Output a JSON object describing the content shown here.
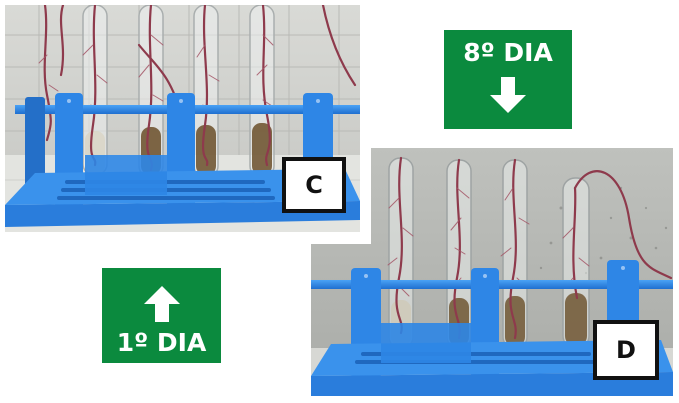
{
  "figure": {
    "panel_c": {
      "label": "C"
    },
    "panel_d": {
      "label": "D"
    },
    "day_top": {
      "text": "8º DIA",
      "arrow": "arrow-down-icon"
    },
    "day_bottom": {
      "text": "1º DIA",
      "arrow": "arrow-up-icon"
    },
    "colors": {
      "day_box": "#0b8a3e",
      "rack_blue": "#2e86e6",
      "label_border": "#111111",
      "root_red": "#8e3a4c",
      "solution_brown": "#6b4f2a"
    }
  }
}
